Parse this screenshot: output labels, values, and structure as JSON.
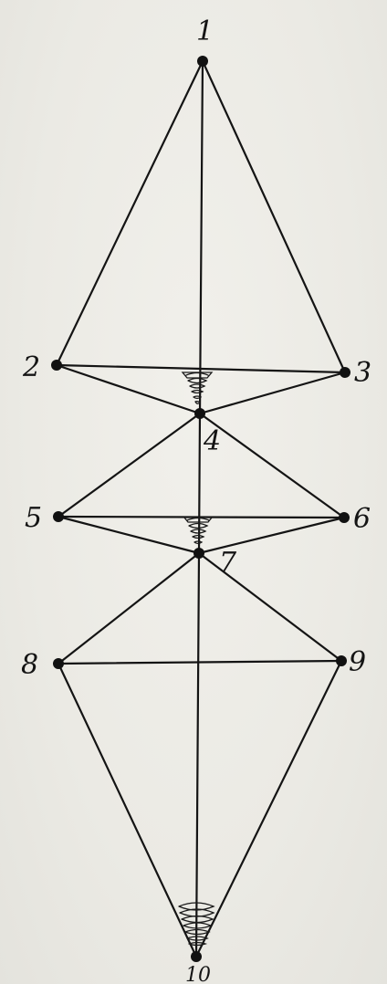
{
  "diagram": {
    "nodes": [
      {
        "id": "1",
        "label": "1"
      },
      {
        "id": "2",
        "label": "2"
      },
      {
        "id": "3",
        "label": "3"
      },
      {
        "id": "4",
        "label": "4"
      },
      {
        "id": "5",
        "label": "5"
      },
      {
        "id": "6",
        "label": "6"
      },
      {
        "id": "7",
        "label": "7"
      },
      {
        "id": "8",
        "label": "8"
      },
      {
        "id": "9",
        "label": "9"
      },
      {
        "id": "10",
        "label": "10"
      }
    ],
    "edges": [
      [
        "1",
        "2"
      ],
      [
        "1",
        "3"
      ],
      [
        "1",
        "4"
      ],
      [
        "2",
        "3"
      ],
      [
        "2",
        "4"
      ],
      [
        "3",
        "4"
      ],
      [
        "4",
        "5"
      ],
      [
        "4",
        "6"
      ],
      [
        "4",
        "7"
      ],
      [
        "5",
        "6"
      ],
      [
        "5",
        "7"
      ],
      [
        "6",
        "7"
      ],
      [
        "7",
        "8"
      ],
      [
        "7",
        "9"
      ],
      [
        "7",
        "10"
      ],
      [
        "8",
        "9"
      ],
      [
        "8",
        "10"
      ],
      [
        "9",
        "10"
      ]
    ],
    "colors": {
      "ink": "#141414",
      "paper": "#ecebe6"
    }
  }
}
